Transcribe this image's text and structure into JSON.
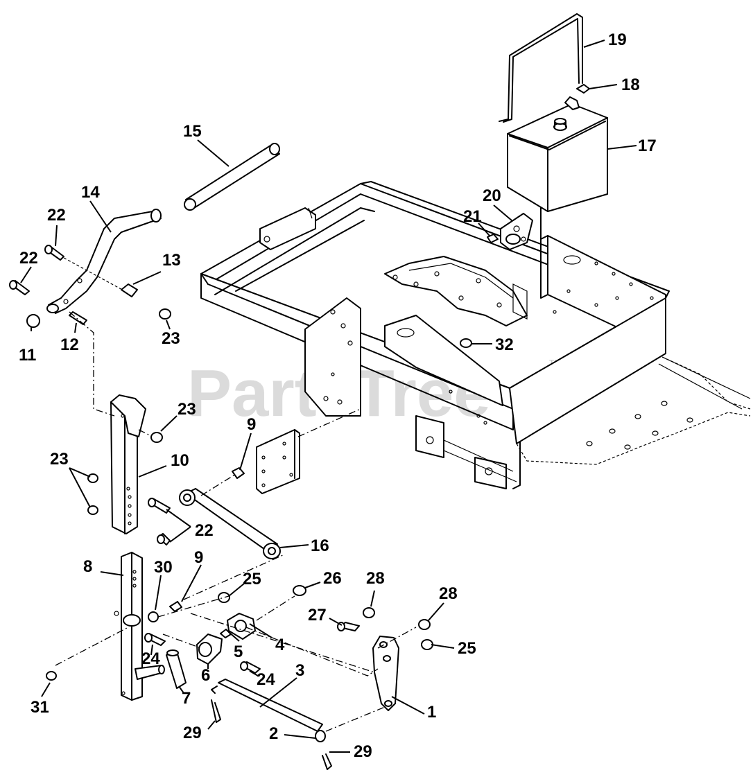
{
  "watermark": {
    "text": "PartsTree",
    "trademark": "TM"
  },
  "callouts": [
    {
      "id": "c19",
      "text": "19"
    },
    {
      "id": "c18",
      "text": "18"
    },
    {
      "id": "c17",
      "text": "17"
    },
    {
      "id": "c15",
      "text": "15"
    },
    {
      "id": "c14",
      "text": "14"
    },
    {
      "id": "c22a",
      "text": "22"
    },
    {
      "id": "c22b",
      "text": "22"
    },
    {
      "id": "c13",
      "text": "13"
    },
    {
      "id": "c11",
      "text": "11"
    },
    {
      "id": "c12",
      "text": "12"
    },
    {
      "id": "c23a",
      "text": "23"
    },
    {
      "id": "c20",
      "text": "20"
    },
    {
      "id": "c21",
      "text": "21"
    },
    {
      "id": "c32",
      "text": "32"
    },
    {
      "id": "c23b",
      "text": "23"
    },
    {
      "id": "c9a",
      "text": "9"
    },
    {
      "id": "c23c",
      "text": "23"
    },
    {
      "id": "c10",
      "text": "10"
    },
    {
      "id": "c22c",
      "text": "22"
    },
    {
      "id": "c16",
      "text": "16"
    },
    {
      "id": "c8",
      "text": "8"
    },
    {
      "id": "c30",
      "text": "30"
    },
    {
      "id": "c9b",
      "text": "9"
    },
    {
      "id": "c25a",
      "text": "25"
    },
    {
      "id": "c26",
      "text": "26"
    },
    {
      "id": "c28a",
      "text": "28"
    },
    {
      "id": "c28b",
      "text": "28"
    },
    {
      "id": "c27",
      "text": "27"
    },
    {
      "id": "c5",
      "text": "5"
    },
    {
      "id": "c4",
      "text": "4"
    },
    {
      "id": "c25b",
      "text": "25"
    },
    {
      "id": "c24a",
      "text": "24"
    },
    {
      "id": "c6",
      "text": "6"
    },
    {
      "id": "c24b",
      "text": "24"
    },
    {
      "id": "c3",
      "text": "3"
    },
    {
      "id": "c31",
      "text": "31"
    },
    {
      "id": "c7",
      "text": "7"
    },
    {
      "id": "c1",
      "text": "1"
    },
    {
      "id": "c29a",
      "text": "29"
    },
    {
      "id": "c2",
      "text": "2"
    },
    {
      "id": "c29b",
      "text": "29"
    }
  ]
}
